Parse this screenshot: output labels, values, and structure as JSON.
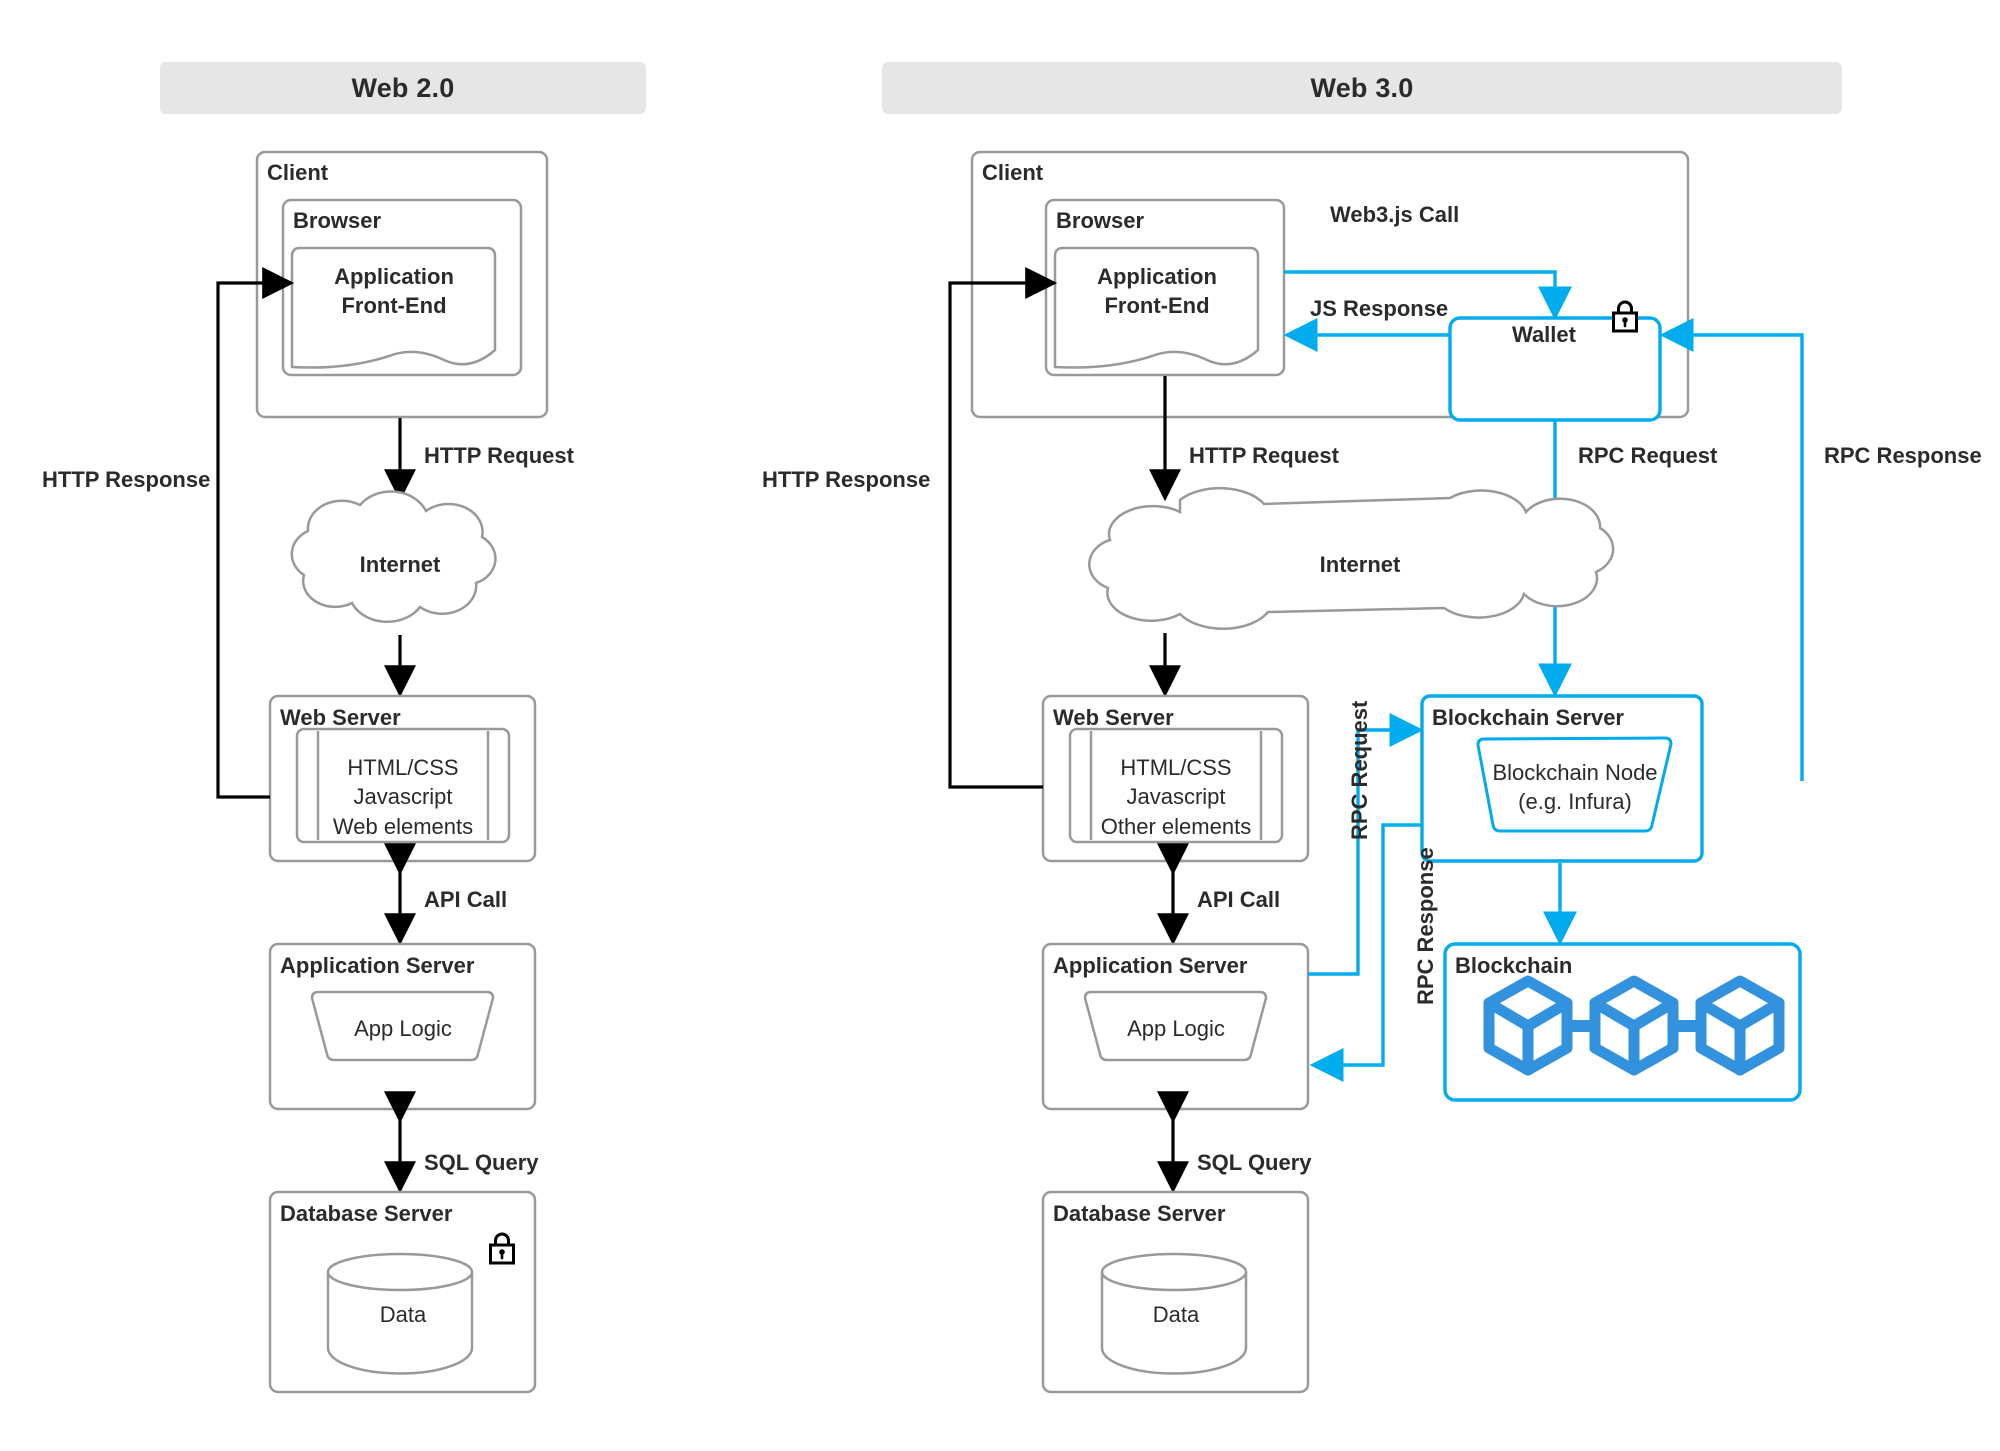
{
  "diagram": {
    "title": "Web 2.0 vs Web 3.0 Architecture",
    "colors": {
      "gray_stroke": "#999999",
      "dark_stroke": "#000000",
      "blue_stroke": "#00ACEE",
      "blockchain_blue": "#3392DD",
      "header_bg": "#e6e6e6",
      "text": "#2b2b2b"
    }
  },
  "panels": {
    "web2": {
      "header": "Web 2.0",
      "client_box": {
        "title": "Client"
      },
      "browser_box": {
        "title": "Browser"
      },
      "app_frontend": {
        "label": "Application\nFront-End"
      },
      "internet": {
        "label": "Internet"
      },
      "web_server": {
        "title": "Web Server",
        "contents": "HTML/CSS\nJavascript\nWeb elements"
      },
      "application_server": {
        "title": "Application Server",
        "contents": "App Logic"
      },
      "database_server": {
        "title": "Database Server",
        "contents": "Data",
        "icon": "lock-icon"
      },
      "edges": [
        {
          "label": "HTTP Request",
          "from": "browser",
          "to": "internet"
        },
        {
          "label": "HTTP Response",
          "from": "web-server",
          "to": "browser"
        },
        {
          "label": "API Call",
          "from": "web-server",
          "to": "application-server"
        },
        {
          "label": "SQL Query",
          "from": "application-server",
          "to": "database-server"
        }
      ]
    },
    "web3": {
      "header": "Web 3.0",
      "client_box": {
        "title": "Client"
      },
      "browser_box": {
        "title": "Browser"
      },
      "app_frontend": {
        "label": "Application\nFront-End"
      },
      "wallet": {
        "label": "Wallet",
        "icon": "lock-icon"
      },
      "internet": {
        "label": "Internet"
      },
      "web_server": {
        "title": "Web Server",
        "contents": "HTML/CSS\nJavascript\nOther elements"
      },
      "application_server": {
        "title": "Application Server",
        "contents": "App Logic"
      },
      "database_server": {
        "title": "Database Server",
        "contents": "Data"
      },
      "blockchain_server": {
        "title": "Blockchain Server",
        "contents": "Blockchain Node\n(e.g. Infura)"
      },
      "blockchain": {
        "title": "Blockchain",
        "icon": "blockchain-cubes-icon"
      },
      "edges": [
        {
          "label": "Web3.js Call",
          "from": "browser",
          "to": "wallet"
        },
        {
          "label": "JS Response",
          "from": "wallet",
          "to": "browser"
        },
        {
          "label": "HTTP Request",
          "from": "browser",
          "to": "internet"
        },
        {
          "label": "HTTP Response",
          "from": "web-server",
          "to": "browser"
        },
        {
          "label": "RPC Request",
          "from": "wallet",
          "to": "internet"
        },
        {
          "label": "RPC Response",
          "from": "blockchain-server",
          "to": "wallet"
        },
        {
          "label": "API Call",
          "from": "web-server",
          "to": "application-server"
        },
        {
          "label": "SQL Query",
          "from": "application-server",
          "to": "database-server"
        },
        {
          "label": "RPC Request",
          "from": "application-server",
          "to": "blockchain-server"
        },
        {
          "label": "RPC Response",
          "from": "blockchain-server",
          "to": "application-server"
        }
      ]
    }
  },
  "labels": {
    "web2_http_request": "HTTP Request",
    "web2_http_response": "HTTP Response",
    "web2_api_call": "API Call",
    "web2_sql_query": "SQL Query",
    "web3_web3js_call": "Web3.js Call",
    "web3_js_response": "JS Response",
    "web3_http_request": "HTTP Request",
    "web3_http_response": "HTTP Response",
    "web3_rpc_request_top": "RPC Request",
    "web3_rpc_response_top": "RPC Response",
    "web3_api_call": "API Call",
    "web3_sql_query": "SQL Query",
    "web3_rpc_request_mid": "RPC Request",
    "web3_rpc_response_mid": "RPC Response"
  }
}
